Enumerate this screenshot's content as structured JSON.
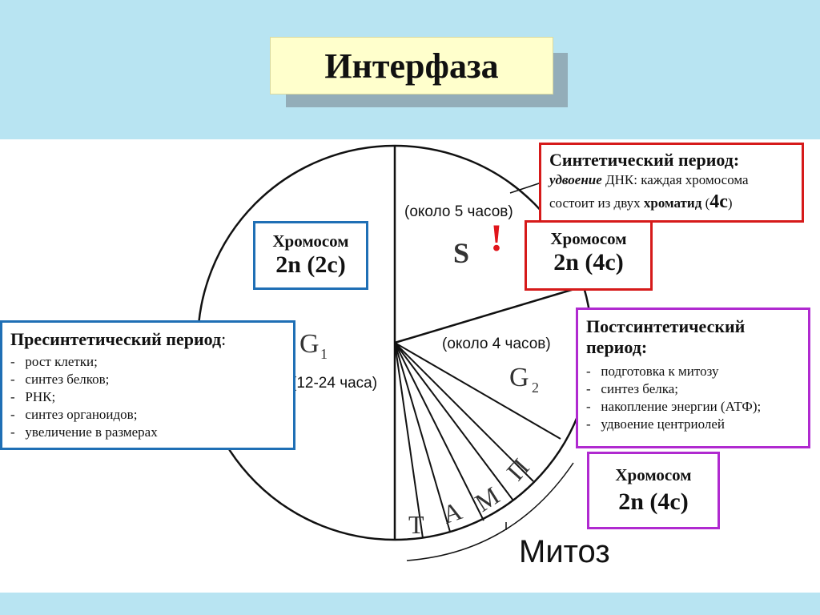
{
  "title": "Интерфаза",
  "diagram": {
    "g1_label": "G",
    "g1_sub": "1",
    "g1_duration": "(12-24 часа)",
    "s_label": "S",
    "s_duration": "(около 5 часов)",
    "g2_label": "G",
    "g2_sub": "2",
    "g2_duration": "(около 4 часов)",
    "mitosis_phases": [
      "Т",
      "А",
      "М",
      "П"
    ],
    "mitosis_label": "Митоз",
    "exclamation": "!"
  },
  "chromosome_boxes": {
    "g1": {
      "label": "Хромосом",
      "value": "2n (2c)"
    },
    "s": {
      "label": "Хромосом",
      "value": "2n (4c)"
    },
    "g2": {
      "label": "Хромосом",
      "value": "2n (4c)"
    }
  },
  "presynthetic": {
    "title": "Пресинтетический период",
    "title_suffix": ":",
    "items": [
      "рост клетки;",
      "синтез белков;",
      "РНК;",
      "синтез органоидов;",
      "увеличение в размерах"
    ]
  },
  "synthetic": {
    "title": "Синтетический период:",
    "line1_emph": "удвоение",
    "line1_rest": "ДНК: каждая хромосома",
    "line2_start": "состоит из двух",
    "line2_emph": "хроматид",
    "line2_paren_open": "(",
    "line2_big": "4с",
    "line2_paren_close": ")"
  },
  "postsynthetic": {
    "title_line1": "Постсинтетический",
    "title_line2": "период:",
    "items": [
      "подготовка к митозу",
      "синтез белка;",
      "накопление энергии (АТФ);",
      "удвоение центриолей"
    ]
  }
}
